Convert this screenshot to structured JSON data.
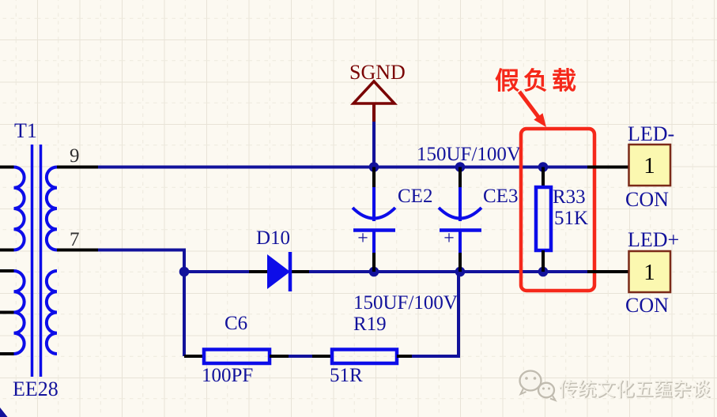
{
  "schematic": {
    "transformer": {
      "ref": "T1",
      "model": "EE28",
      "pin_sec_top": "9",
      "pin_sec_bottom": "7"
    },
    "diode": {
      "ref": "D10"
    },
    "ce2": {
      "ref": "CE2",
      "value": "150UF/100V",
      "polarity": "+"
    },
    "ce3": {
      "ref": "CE3",
      "value": "150UF/100V",
      "polarity": "+"
    },
    "c6": {
      "ref": "C6",
      "value": "100PF"
    },
    "r19": {
      "ref": "R19",
      "value": "51R"
    },
    "r33": {
      "ref": "R33",
      "value": "51K"
    },
    "power_port": {
      "label": "SGND"
    },
    "connector_neg": {
      "net": "LED-",
      "pin": "1",
      "type": "CON"
    },
    "connector_pos": {
      "net": "LED+",
      "pin": "1",
      "type": "CON"
    },
    "annotation": {
      "label": "假负载"
    },
    "watermark": {
      "text": "传统文化五蕴杂谈"
    },
    "colors": {
      "background": "#FCF9F1",
      "grid_line": "#E8E3D7",
      "wire_navy": "#12129B",
      "component_blue": "#0D0DE8",
      "pin_black": "#000000",
      "power_port_dark_red": "#7A0404",
      "annotation_red": "#F5281A",
      "connector_fill": "#FBF8B0",
      "connector_border": "#7B2A18",
      "watermark_gray": "#B7B2A6"
    }
  }
}
